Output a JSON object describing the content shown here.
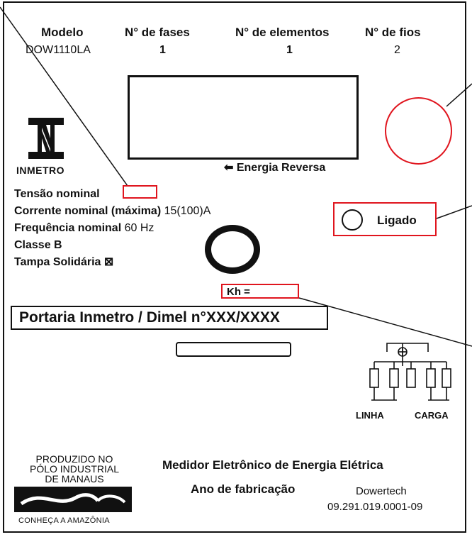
{
  "header": {
    "columns": [
      {
        "label": "Modelo",
        "value": "DOW1110LA"
      },
      {
        "label": "N° de fases",
        "value": "1"
      },
      {
        "label": "N° de elementos",
        "value": "1"
      },
      {
        "label": "N° de fios",
        "value": "2"
      }
    ]
  },
  "display": {
    "reverse_label": "Energia Reversa"
  },
  "logo": {
    "name": "INMETRO"
  },
  "specs": {
    "tensao_label": "Tensão nominal",
    "corrente_label": "Corrente nominal (máxima)",
    "corrente_value": "15(100)A",
    "frequencia_label": "Frequência nominal",
    "frequencia_value": "60 Hz",
    "classe_label": "Classe B",
    "tampa_label": "Tampa Solidária",
    "tampa_mark": "⊠"
  },
  "indicator": {
    "label": "Ligado"
  },
  "kh": {
    "label": "Kh ="
  },
  "portaria": {
    "text": "Portaria Inmetro / Dimel n°XXX/XXXX"
  },
  "wiring": {
    "line_label": "LINHA",
    "load_label": "CARGA"
  },
  "producer": {
    "line1": "PRODUZIDO NO",
    "line2": "PÓLO INDUSTRIAL",
    "line3": "DE MANAUS",
    "tagline": "CONHEÇA A AMAZÔNIA"
  },
  "footer": {
    "title": "Medidor Eletrônico de Energia Elétrica",
    "year_label": "Ano de fabricação",
    "company": "Dowertech",
    "cnpj": "09.291.019.0001-09"
  },
  "colors": {
    "highlight": "#e0151e",
    "ink": "#111111"
  }
}
